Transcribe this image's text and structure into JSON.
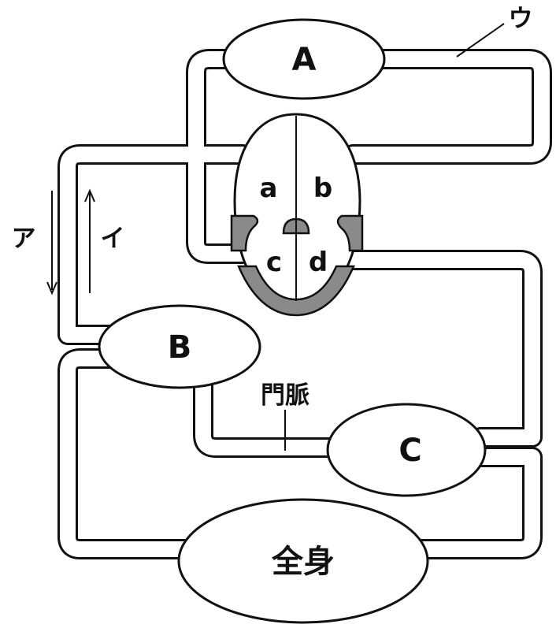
{
  "labels": {
    "organ_a": "A",
    "organ_b": "B",
    "organ_c": "C",
    "body": "全身",
    "chamber_a": "a",
    "chamber_b": "b",
    "chamber_c": "c",
    "chamber_d": "d",
    "vessel_u": "ウ",
    "arrow_a": "ア",
    "arrow_i": "イ",
    "portal_vein": "門脈"
  },
  "colors": {
    "line": "#111111",
    "valve": "#8a8a8a",
    "background": "#ffffff"
  }
}
